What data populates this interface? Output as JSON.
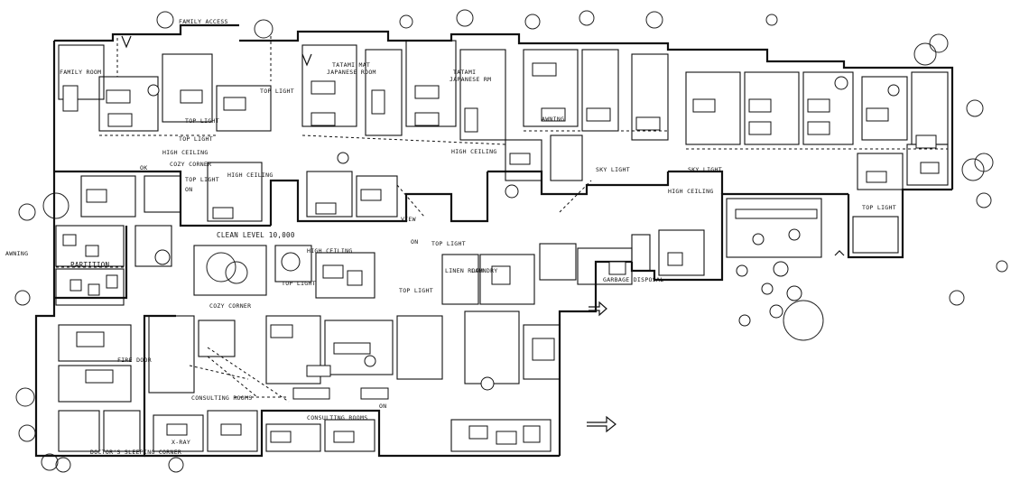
{
  "labels": {
    "family_access": "FAMILY ACCESS",
    "family_room": "FAMILY ROOM",
    "tatami_mat": "TATAMI MAT",
    "japanese_room": "JAPANESE ROOM",
    "tatami": "TATAMI",
    "japanese_rm": "JAPANESE RM",
    "high_ceiling_1": "HIGH CEILING",
    "high_ceiling_2": "HIGH CEILING",
    "high_ceiling_3": "HIGH CEILING",
    "high_ceiling_4": "HIGH CEILING",
    "high_ceiling_5": "HIGH CEILING",
    "top_light_1": "TOP LIGHT",
    "top_light_2": "TOP LIGHT",
    "top_light_3": "TOP LIGHT",
    "top_light_4": "TOP LIGHT",
    "top_light_5": "TOP LIGHT",
    "top_light_6": "TOP LIGHT",
    "top_light_7": "TOP LIGHT",
    "top_light_8": "TOP LIGHT",
    "cozy_corner_1": "COZY CORNER",
    "cozy_corner_2": "COZY CORNER",
    "sky_light_1": "SKY LIGHT",
    "sky_light_2": "SKY LIGHT",
    "clean_level": "CLEAN LEVEL 10,000",
    "awning_1": "AWNING",
    "awning_2": "AWNING",
    "partition": "PARTITION",
    "view": "VIEW",
    "linen_room": "LINEN ROOM",
    "laundry": "LAUNDRY",
    "garbage_disposal": "GARBAGE DISPOSAL",
    "fire_door": "FIRE DOOR",
    "consulting_rooms_1": "CONSULTING ROOMS",
    "consulting_rooms_2": "CONSULTING ROOMS",
    "x_ray": "X-RAY",
    "doctors_sleeping": "DOCTOR'S SLEEPING CORNER",
    "on_1": "ON",
    "on_2": "ON",
    "on_3": "ON",
    "ok": "OK"
  },
  "icons": {
    "entry_arrow": "entry-arrow-icon",
    "tree": "tree-icon"
  }
}
